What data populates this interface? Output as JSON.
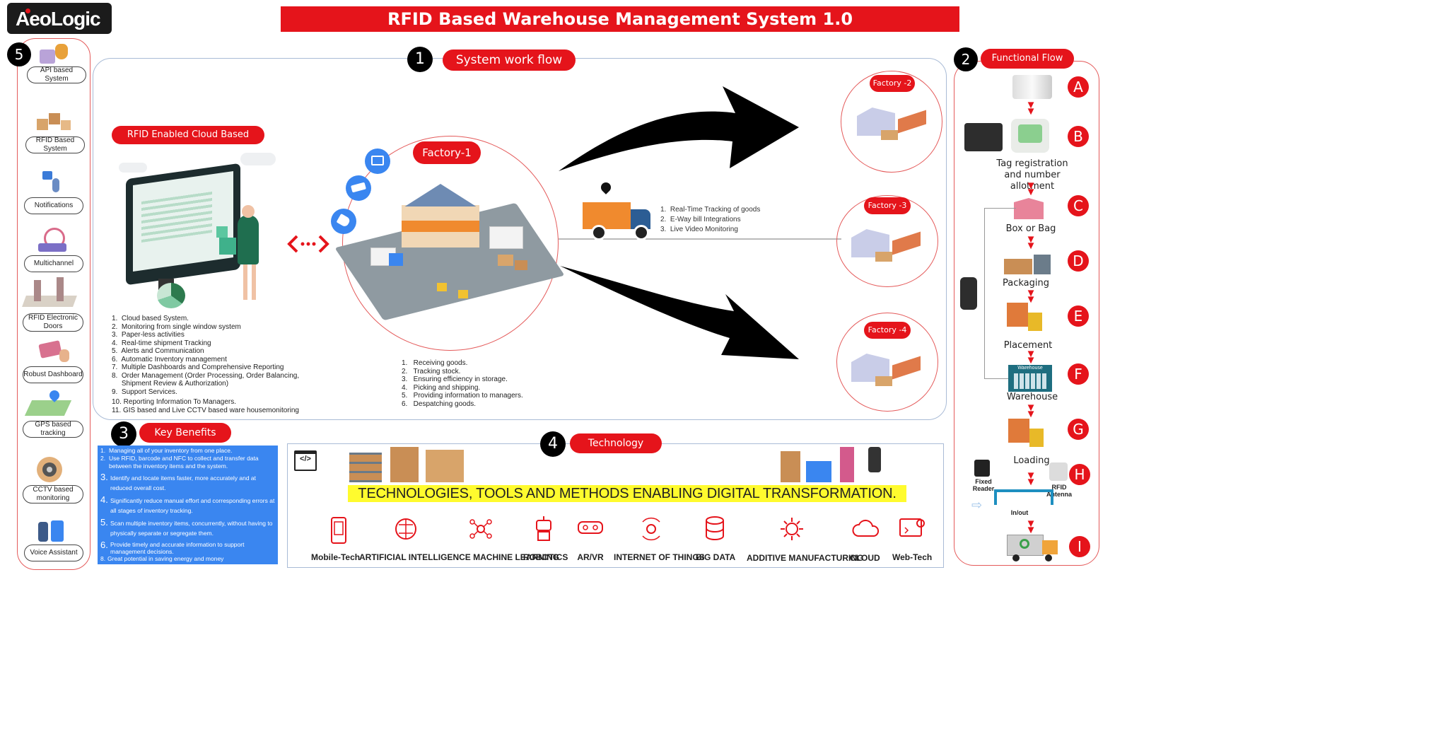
{
  "logo": "AeoLogic",
  "title": "RFID Based Warehouse Management System 1.0",
  "numbers": {
    "n1": "1",
    "n2": "2",
    "n3": "3",
    "n4": "4",
    "n5": "5"
  },
  "workflow": {
    "label": "System work flow",
    "cloud_label": "RFID Enabled Cloud Based System",
    "cloud_list": [
      "1.  Cloud based System.",
      "2.  Monitoring from single window system",
      "3.  Paper-less activities",
      "4.  Real-time shipment Tracking",
      "5.  Alerts and Communication",
      "6.  Automatic Inventory management",
      "7.  Multiple Dashboards and Comprehensive Reporting",
      "8.  Order Management (Order Processing, Order Balancing,",
      "     Shipment Review & Authorization)",
      "9.  Support Services.",
      "10. Reporting Information To Managers.",
      "11. GIS based and Live CCTV based ware housemonitoring"
    ],
    "factory1": "Factory-1",
    "factory_list": [
      "1.   Receiving goods.",
      "2.   Tracking stock.",
      "3.   Ensuring efficiency in storage.",
      "4.   Picking and shipping.",
      "5.   Providing information to managers.",
      "6.   Despatching goods."
    ],
    "truck_list": [
      "1.  Real-Time Tracking of goods",
      "2.  E-Way bill Integrations",
      "3.  Live Video Monitoring"
    ],
    "factory2": "Factory -2",
    "factory3": "Factory -3",
    "factory4": "Factory -4"
  },
  "features": [
    "API based System",
    "RFID Based System",
    "Notifications",
    "Multichannel",
    "RFID Electronic Doors",
    "Robust Dashboard",
    "GPS based tracking",
    "CCTV based monitoring",
    "Voice Assistant"
  ],
  "functional_flow": {
    "label": "Functional Flow",
    "steps": [
      {
        "letter": "A",
        "label": ""
      },
      {
        "letter": "B",
        "label": "Tag registration and number allotment"
      },
      {
        "letter": "C",
        "label": "Box or Bag"
      },
      {
        "letter": "D",
        "label": "Packaging"
      },
      {
        "letter": "E",
        "label": "Placement"
      },
      {
        "letter": "F",
        "label": "Warehouse"
      },
      {
        "letter": "G",
        "label": "Loading"
      },
      {
        "letter": "H",
        "label": ""
      },
      {
        "letter": "I",
        "label": ""
      }
    ],
    "fixed_reader": "Fixed Reader",
    "rfid_antenna": "RFID Antenna",
    "in_out": "In/out",
    "warehouse_sign": "Warehouse"
  },
  "key_benefits": {
    "label": "Key Benefits",
    "items": [
      {
        "n": "1.",
        "t": "Managing all of your inventory from one place."
      },
      {
        "n": "2.",
        "t": "Use RFID, barcode and NFC to collect and transfer data between the inventory items and the system."
      },
      {
        "n": "3.",
        "t": "Identify and locate items faster, more accurately and at reduced overall cost."
      },
      {
        "n": "4.",
        "t": "Significantly reduce manual effort and corresponding errors at all stages of inventory tracking."
      },
      {
        "n": "5.",
        "t": "Scan multiple inventory items, concurrently, without having to physically separate or segregate them."
      },
      {
        "n": "6.",
        "t": "Provide timely and accurate information to support management decisions."
      },
      {
        "n": "8.",
        "t": "Great potential in saving energy and money"
      }
    ]
  },
  "technology": {
    "label": "Technology",
    "headline": "TECHNOLOGIES, TOOLS AND METHODS ENABLING DIGITAL TRANSFORMATION.",
    "code_icon": "</>",
    "items": [
      "Mobile-Tech",
      "ARTIFICIAL INTELLIGENCE MACHINE LEARNING",
      "ROBOTICS",
      "AR/VR",
      "INTERNET OF THINGS",
      "BIG DATA",
      "ADDITIVE MANUFACTURING",
      "CLOUD",
      "Web-Tech"
    ]
  },
  "colors": {
    "accent": "#e5141b",
    "blue": "#3a86f0",
    "panel_border": "#a9bbd6"
  }
}
